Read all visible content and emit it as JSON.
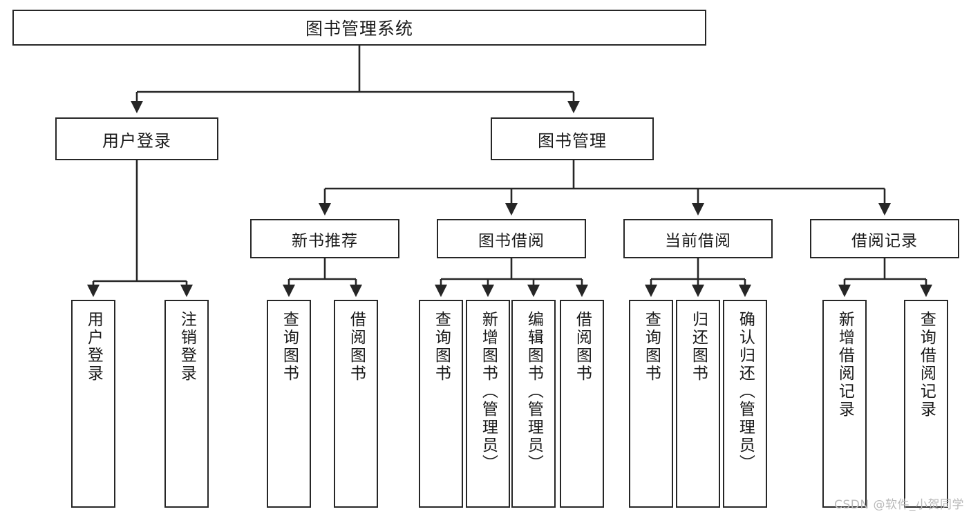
{
  "diagram": {
    "title": "图书管理系统",
    "type": "hierarchy-tree",
    "watermark": "CSDN @软件_小贺同学",
    "colors": {
      "stroke": "#262626",
      "fill": "#ffffff",
      "text": "#1a1a1a",
      "watermark": "#b9b9b9"
    },
    "root": {
      "label": "图书管理系统"
    },
    "level1": [
      {
        "label": "用户登录"
      },
      {
        "label": "图书管理"
      }
    ],
    "level2": [
      {
        "label": "新书推荐"
      },
      {
        "label": "图书借阅"
      },
      {
        "label": "当前借阅"
      },
      {
        "label": "借阅记录"
      }
    ],
    "leaves": {
      "user_login": [
        {
          "label": "用户登录"
        },
        {
          "label": "注销登录"
        }
      ],
      "new_book": [
        {
          "label": "查询图书"
        },
        {
          "label": "借阅图书"
        }
      ],
      "book_borrow": [
        {
          "label": "查询图书"
        },
        {
          "label": "新增图书（管理员）"
        },
        {
          "label": "编辑图书（管理员）"
        },
        {
          "label": "借阅图书"
        }
      ],
      "current_borrow": [
        {
          "label": "查询图书"
        },
        {
          "label": "归还图书"
        },
        {
          "label": "确认归还（管理员）"
        }
      ],
      "borrow_record": [
        {
          "label": "新增借阅记录"
        },
        {
          "label": "查询借阅记录"
        }
      ]
    }
  }
}
